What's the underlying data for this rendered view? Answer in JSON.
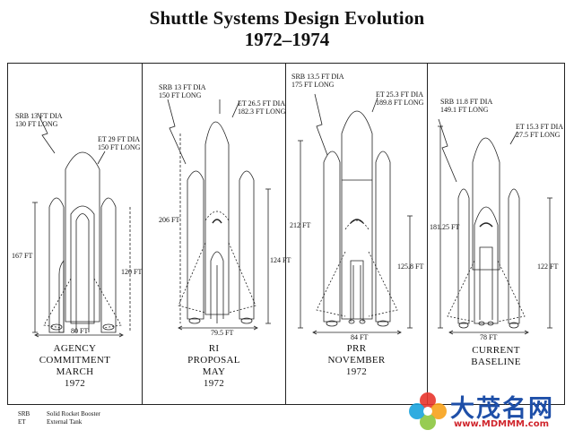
{
  "header": {
    "title": "Shuttle Systems Design Evolution",
    "subtitle": "1972–1974"
  },
  "panels": [
    {
      "srb_label": "SRB 13 FT DIA\n130 FT LONG",
      "et_label": "ET 29 FT DIA\n150 FT LONG",
      "height_total": "167 FT",
      "height_orbiter": "120 FT",
      "width": "80 FT",
      "caption": [
        "AGENCY",
        "COMMITMENT",
        "MARCH",
        "1972"
      ]
    },
    {
      "srb_label": "SRB 13 FT DIA\n150 FT LONG",
      "et_label": "ET 26.5 FT DIA\n182.3 FT LONG",
      "height_total": "206 FT",
      "height_orbiter": "124 FT",
      "width": "79.5 FT",
      "caption": [
        "RI",
        "PROPOSAL",
        "MAY",
        "1972"
      ]
    },
    {
      "srb_label": "SRB 13.5 FT DIA\n175 FT LONG",
      "et_label": "ET 25.3 FT DIA\n189.8 FT LONG",
      "height_total": "212 FT",
      "height_orbiter": "125.8 FT",
      "width": "84 FT",
      "caption": [
        "PRR",
        "NOVEMBER",
        "1972"
      ]
    },
    {
      "srb_label": "SRB 11.8 FT DIA\n149.1 FT LONG",
      "et_label": "ET 15.3 FT DIA\n27.5 FT LONG",
      "height_total": "181.25 FT",
      "height_orbiter": "122 FT",
      "width": "78 FT",
      "caption": [
        "CURRENT",
        "BASELINE"
      ]
    }
  ],
  "legend": [
    {
      "abbr": "SRB",
      "text": "Solid Rocket Booster"
    },
    {
      "abbr": "ET",
      "text": "External Tank"
    }
  ],
  "watermark": {
    "text": "大茂名网",
    "url": "www.MDMMM.com",
    "colors": {
      "text": "#1e4fa8",
      "url": "#d0262d",
      "flower": [
        "#e8352c",
        "#f7a21b",
        "#8cc63f",
        "#1aa3dd"
      ]
    }
  }
}
